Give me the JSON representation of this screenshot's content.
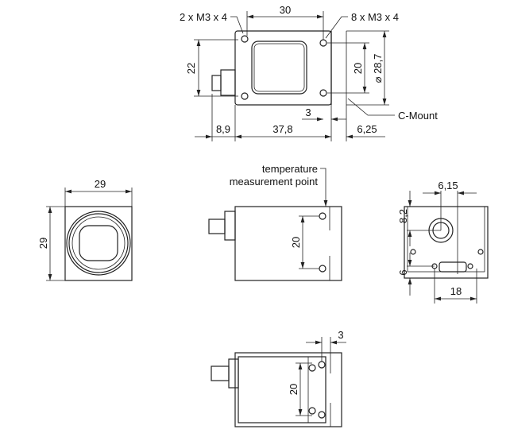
{
  "top_view": {
    "holes_left": "2 x M3 x 4",
    "holes_right": "8 x M3 x 4",
    "width": "30",
    "height_left": "22",
    "height_right": "20",
    "diameter_symbol": "⌀",
    "diameter": "28,7",
    "offset": "3",
    "c_mount": "C-Mount",
    "dim_connector": "8,9",
    "dim_body": "37,8",
    "dim_mount": "6,25"
  },
  "front_view": {
    "width": "29",
    "height": "29"
  },
  "side_view": {
    "temp_line1": "temperature",
    "temp_line2": "measurement point",
    "hole_spacing": "20"
  },
  "back_view": {
    "dim_top": "6,15",
    "dim_left": "8,2",
    "dim_bottom_left": "6",
    "dim_bottom": "18"
  },
  "bottom_view": {
    "hole_spacing": "20",
    "offset": "3"
  }
}
